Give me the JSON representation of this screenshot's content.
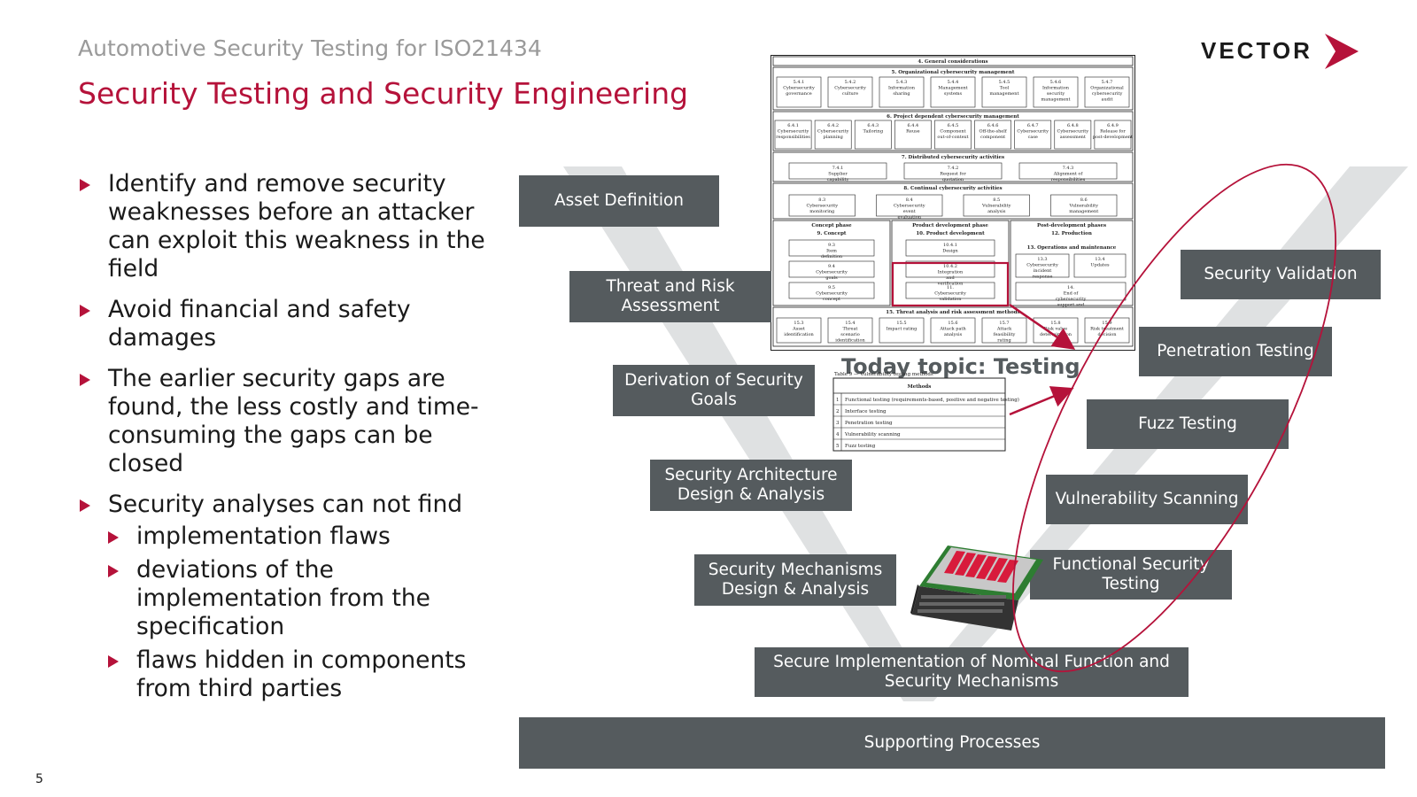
{
  "header": {
    "subtitle": "Automotive Security Testing for ISO21434",
    "title": "Security Testing and Security Engineering",
    "logo_text": "VECTOR"
  },
  "bullets": [
    {
      "level": 1,
      "text": "Identify and remove security weaknesses before an attacker can exploit this weakness in the field"
    },
    {
      "level": 1,
      "text": "Avoid financial and safety damages"
    },
    {
      "level": 1,
      "text": "The earlier security gaps are found, the less costly and time-consuming the gaps can be closed"
    },
    {
      "level": 1,
      "text": "Security analyses can not find"
    },
    {
      "level": 2,
      "text": "implementation flaws"
    },
    {
      "level": 2,
      "text": "deviations of the implementation from the specification"
    },
    {
      "level": 2,
      "text": "flaws hidden in components from third parties"
    }
  ],
  "vmodel": {
    "left": [
      "Asset Definition",
      "Threat and Risk Assessment",
      "Derivation of Security Goals",
      "Security Architecture Design & Analysis",
      "Security Mechanisms Design & Analysis"
    ],
    "right": [
      "Security Validation",
      "Penetration Testing",
      "Fuzz Testing",
      "Vulnerability Scanning",
      "Functional Security Testing"
    ],
    "bottom": "Secure Implementation of Nominal Function and Security Mechanisms",
    "supporting": "Supporting Processes"
  },
  "today_topic": "Today topic: Testing",
  "iso_doc": {
    "sections": [
      "4. General considerations",
      "5. Organizational cybersecurity management",
      "6. Project dependent cybersecurity management",
      "7. Distributed cybersecurity activities",
      "8. Continual cybersecurity activities",
      "15. Threat analysis and risk assessment methods"
    ],
    "row5": [
      "5.4.1 Cybersecurity governance",
      "5.4.2 Cybersecurity culture",
      "5.4.3 Information sharing",
      "5.4.4 Management systems",
      "5.4.5 Tool management",
      "5.4.6 Information security management",
      "5.4.7 Organizational cybersecurity audit"
    ],
    "row6": [
      "6.4.1 Cybersecurity responsibilities",
      "6.4.2 Cybersecurity planning",
      "6.4.3 Tailoring",
      "6.4.4 Reuse",
      "6.4.5 Component out-of-context",
      "6.4.6 Off-the-shelf component",
      "6.4.7 Cybersecurity case",
      "6.4.8 Cybersecurity assessment",
      "6.4.9 Release for post-development"
    ],
    "row7": [
      "7.4.1 Supplier capability",
      "7.4.2 Request for quotation",
      "7.4.3 Alignment of responsibilities"
    ],
    "row8": [
      "8.3 Cybersecurity monitoring",
      "8.4 Cybersecurity event evaluation",
      "8.5 Vulnerability analysis",
      "8.6 Vulnerability management"
    ],
    "phases": {
      "concept": {
        "header": "Concept phase",
        "title": "9. Concept",
        "items": [
          "9.3 Item definition",
          "9.4 Cybersecurity goals",
          "9.5 Cybersecurity concept"
        ]
      },
      "product": {
        "header": "Product development phase",
        "title": "10. Product development",
        "items": [
          "10.4.1 Design",
          "10.4.2 Integration and verification",
          "11. Cybersecurity validation"
        ]
      },
      "post": {
        "header": "Post-development phases",
        "title": "12. Production",
        "sub": "13. Operations and maintenance",
        "items": [
          "13.3 Cybersecurity incident response",
          "13.4 Updates",
          "14. End of cybersecurity support and decommissioning"
        ]
      }
    },
    "row15": [
      "15.3 Asset identification",
      "15.4 Threat scenario identification",
      "15.5 Impact rating",
      "15.6 Attack path analysis",
      "15.7 Attack feasibility rating",
      "15.8 Risk value determination",
      "15.9 Risk treatment decision"
    ]
  },
  "methods_table": {
    "caption": "Table 9 — Vulnerability testing methods",
    "header": "Methods",
    "rows": [
      [
        "1",
        "Functional testing (requirements-based, positive and negative testing)"
      ],
      [
        "2",
        "Interface testing"
      ],
      [
        "3",
        "Penetration testing"
      ],
      [
        "4",
        "Vulnerability scanning"
      ],
      [
        "5",
        "Fuzz testing"
      ]
    ]
  },
  "page_number": "5",
  "colors": {
    "accent": "#b5123a",
    "box": "#555b5e",
    "v_shape": "#dfe1e2",
    "subtitle": "#9a9a9a"
  }
}
